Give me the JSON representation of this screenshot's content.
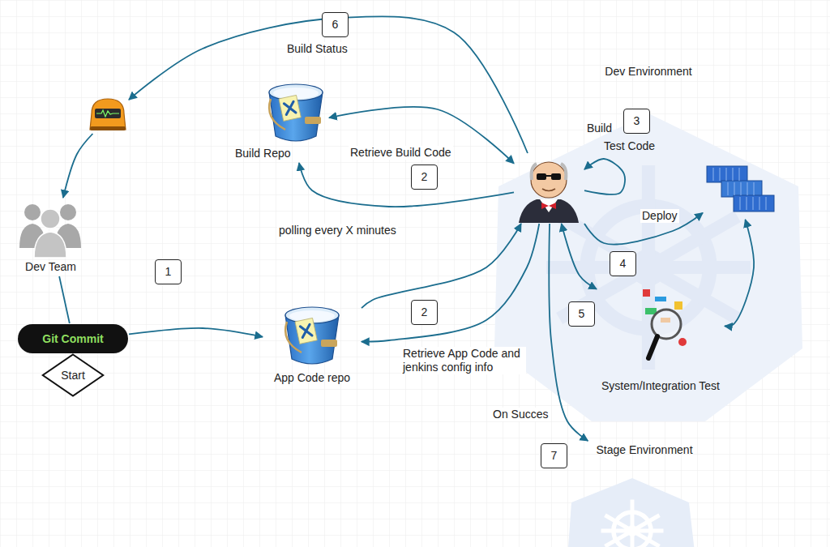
{
  "diagram": {
    "nodes": [
      {
        "text": []
      },
      {
        "text": [
          "Build Repo"
        ]
      },
      {
        "text": [
          "Dev Environment"
        ]
      },
      {
        "text": [],
        "in": 2
      },
      {
        "text": [],
        "in": 2
      },
      {
        "text": [
          "Dev Team"
        ]
      },
      {
        "text": [
          "Git Commit"
        ]
      },
      {
        "text": [
          "Start"
        ]
      },
      {
        "text": [
          "App Code repo"
        ]
      },
      {
        "text": [
          "System/Integration Test"
        ],
        "in": 2
      },
      {
        "text": [
          "Stage Environment"
        ]
      }
    ],
    "edges": [
      {
        "from": 3,
        "to": 0,
        "label": "Build Status",
        "arrow": "to"
      },
      {
        "from": 0,
        "to": 5,
        "arrow": "to"
      },
      {
        "from": 1,
        "to": 3,
        "label": "Retrieve Build Code",
        "arrow": "both"
      },
      {
        "from": 3,
        "to": 1,
        "label": "polling every X minutes",
        "arrow": "to"
      },
      {
        "from": 3,
        "to": 3,
        "arrow": "to"
      },
      {
        "from": 5,
        "to": 6,
        "arrow": "none"
      },
      {
        "from": 6,
        "to": 8,
        "arrow": "to"
      },
      {
        "from": 8,
        "to": 3,
        "arrow": "to"
      },
      {
        "from": 3,
        "to": 8,
        "label": "Retrieve App Code and jenkins config info",
        "arrow": "to"
      },
      {
        "from": 3,
        "to": 4,
        "label": "Deploy",
        "arrow": "to"
      },
      {
        "from": 3,
        "to": 9,
        "arrow": "both"
      },
      {
        "from": 4,
        "to": 9,
        "arrow": "both"
      },
      {
        "from": 3,
        "to": 10,
        "label": "On Succes",
        "arrow": "to"
      }
    ],
    "labels": [
      "6",
      "2",
      "2",
      "1",
      "3",
      "4",
      "5",
      "7",
      "Build",
      "Test Code"
    ]
  }
}
